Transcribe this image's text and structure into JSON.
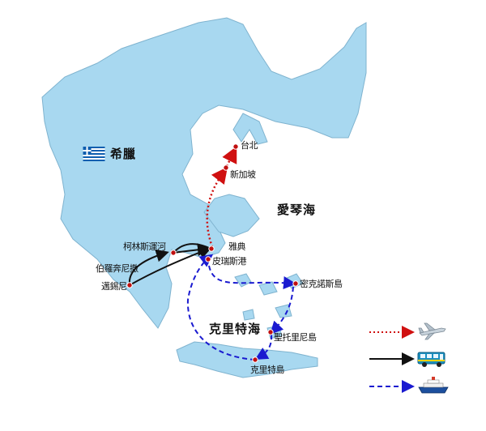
{
  "map": {
    "country_label": "希臘",
    "sea_labels": {
      "aegean": "愛琴海",
      "cretan": "克里特海"
    },
    "places": {
      "taipei": "台北",
      "singapore": "新加坡",
      "athens": "雅典",
      "piraeus": "皮瑞斯港",
      "corinth_canal": "柯林斯運河",
      "peloponnese": "伯羅奔尼撒",
      "olympia": "邁錫尼",
      "mykonos": "密克諾斯島",
      "santorini": "聖托里尼島",
      "crete": "克里特島"
    },
    "colors": {
      "land": "#a8d8f0",
      "land_outline": "#7fb3cf",
      "flight": "#d01010",
      "bus": "#111111",
      "ship": "#1a1ad0",
      "city_dot": "#c01010"
    }
  },
  "legend": [
    {
      "mode": "flight",
      "icon": "airplane-icon"
    },
    {
      "mode": "bus",
      "icon": "bus-icon"
    },
    {
      "mode": "ship",
      "icon": "ship-icon"
    }
  ]
}
